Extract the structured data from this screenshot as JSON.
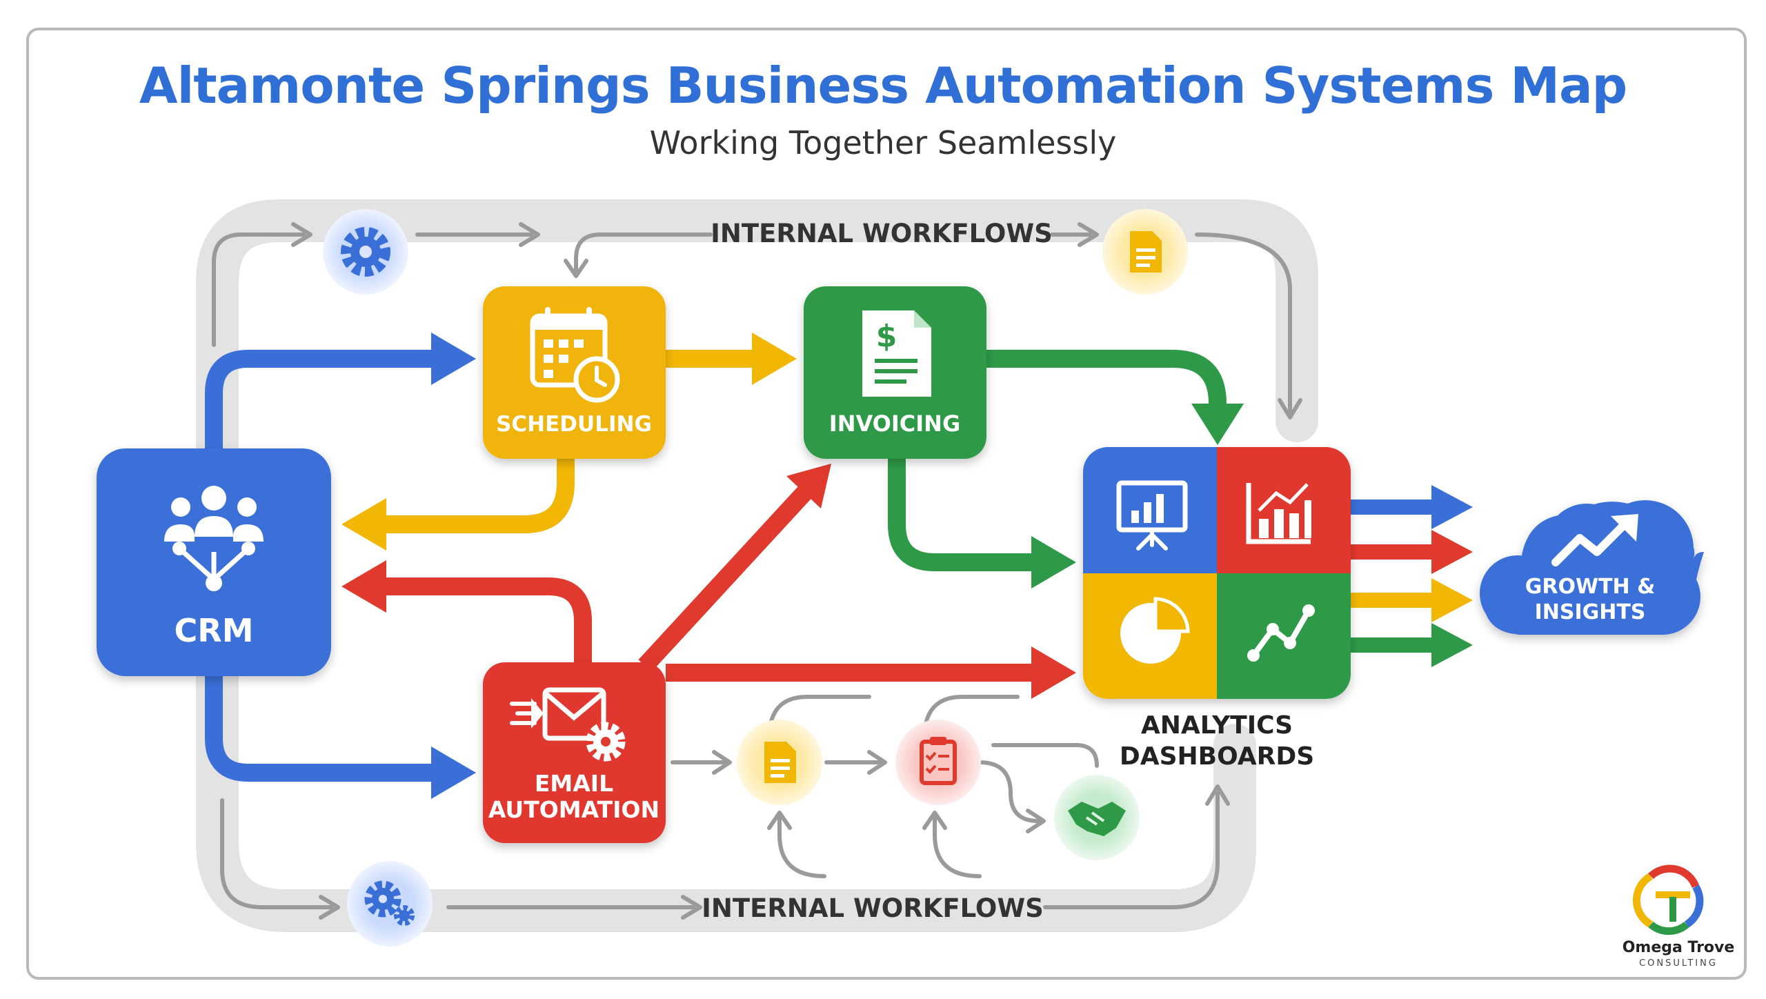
{
  "header": {
    "title": "Altamonte Springs Business Automation Systems Map",
    "subtitle": "Working Together Seamlessly"
  },
  "workflows": {
    "top_label": "INTERNAL WORKFLOWS",
    "bottom_label": "INTERNAL WORKFLOWS"
  },
  "nodes": {
    "crm": "CRM",
    "scheduling": "SCHEDULING",
    "invoicing": "INVOICING",
    "email_line1": "EMAIL",
    "email_line2": "AUTOMATION",
    "analytics_line1": "ANALYTICS",
    "analytics_line2": "DASHBOARDS",
    "growth_line1": "GROWTH &",
    "growth_line2": "INSIGHTS"
  },
  "logo": {
    "name": "Omega Trove",
    "tagline": "CONSULTING"
  },
  "colors": {
    "blue": "#3a6fd8",
    "yellow": "#f2b705",
    "green": "#2e9a47",
    "red": "#e0392d",
    "gray_track": "#e4e4e4",
    "title": "#2f6fd6"
  },
  "icons": [
    "gear-icon",
    "document-icon",
    "calendar-clock-icon",
    "invoice-dollar-icon",
    "people-network-icon",
    "email-gear-icon",
    "presentation-chart-icon",
    "bar-chart-icon",
    "pie-chart-icon",
    "line-graph-icon",
    "trend-arrow-icon",
    "clipboard-checklist-icon",
    "handshake-icon"
  ]
}
